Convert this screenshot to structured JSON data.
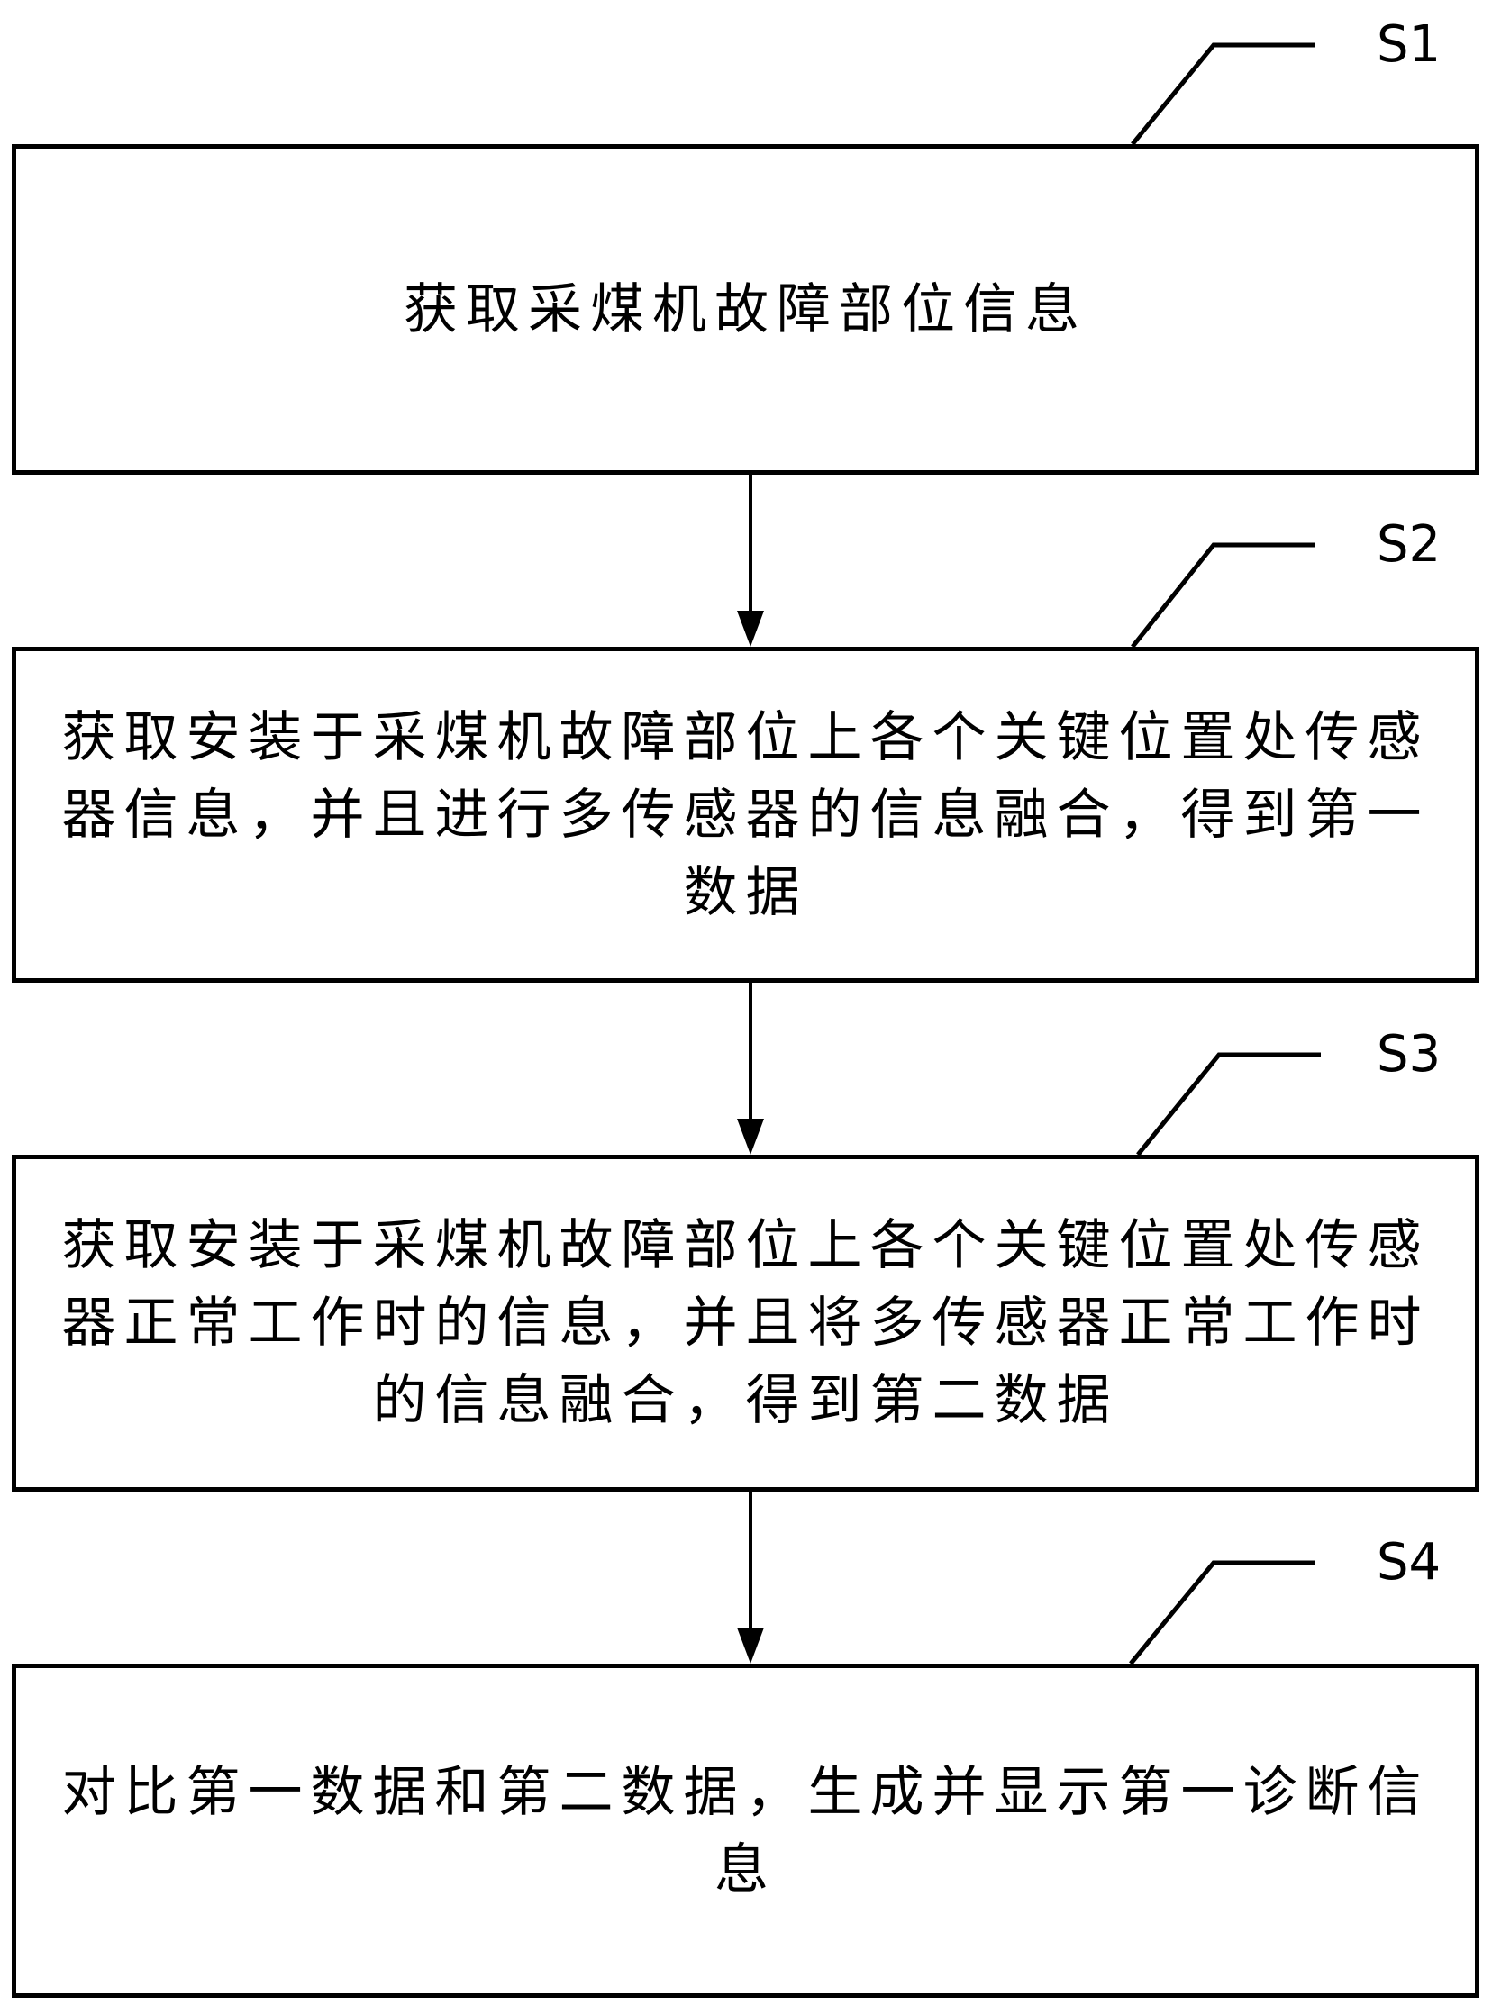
{
  "figure": {
    "type": "flowchart",
    "background_color": "#ffffff",
    "line_color": "#000000",
    "text_color": "#000000",
    "steps": [
      {
        "label": "S1",
        "text": "获取采煤机故障部位信息",
        "lines": [
          "获取采煤机故障部位信息"
        ]
      },
      {
        "label": "S2",
        "text": "获取安装于采煤机故障部位上各个关键位置处传感器信息，并且进行多传感器的信息融合，得到第一数据",
        "lines": [
          "获取安装于采煤机故障部位上各个关键位置处传感",
          "器信息，并且进行多传感器的信息融合，得到第一",
          "数据"
        ]
      },
      {
        "label": "S3",
        "text": "获取安装于采煤机故障部位上各个关键位置处传感器正常工作时的信息，并且将多传感器正常工作时的信息融合，得到第二数据",
        "lines": [
          "获取安装于采煤机故障部位上各个关键位置处传感",
          "器正常工作时的信息，并且将多传感器正常工作时",
          "的信息融合，得到第二数据"
        ]
      },
      {
        "label": "S4",
        "text": "对比第一数据和第二数据，生成并显示第一诊断信息",
        "lines": [
          "对比第一数据和第二数据，生成并显示第一诊断信",
          "息"
        ]
      }
    ]
  }
}
